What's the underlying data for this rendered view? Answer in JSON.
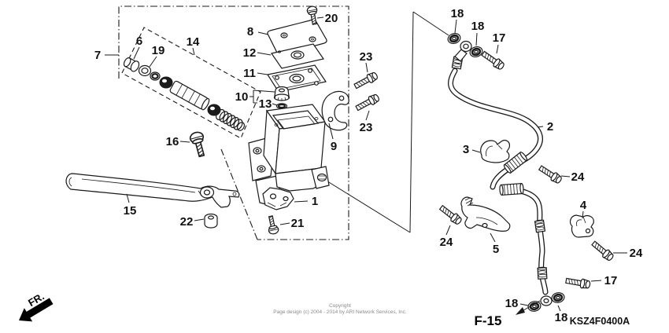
{
  "parts": {
    "p1": "1",
    "p2": "2",
    "p3": "3",
    "p4": "4",
    "p5": "5",
    "p6": "6",
    "p7": "7",
    "p8": "8",
    "p9": "9",
    "p10": "10",
    "p11": "11",
    "p12": "12",
    "p13": "13",
    "p14": "14",
    "p15": "15",
    "p16": "16",
    "p17": "17",
    "p18": "18",
    "p19": "19",
    "p20": "20",
    "p21": "21",
    "p22": "22",
    "p23": "23",
    "p24": "24"
  },
  "footer": {
    "copyright_line1": "Copyright",
    "copyright_line2": "Page design (c) 2004 - 2014 by ARI Network Services, Inc.",
    "figure_ref": "F-15",
    "diagram_code": "KSZ4F0400A",
    "direction_label": "FR."
  },
  "colors": {
    "line": "#1a1a1a",
    "background": "#ffffff",
    "muted_text": "#8a8a8a"
  }
}
